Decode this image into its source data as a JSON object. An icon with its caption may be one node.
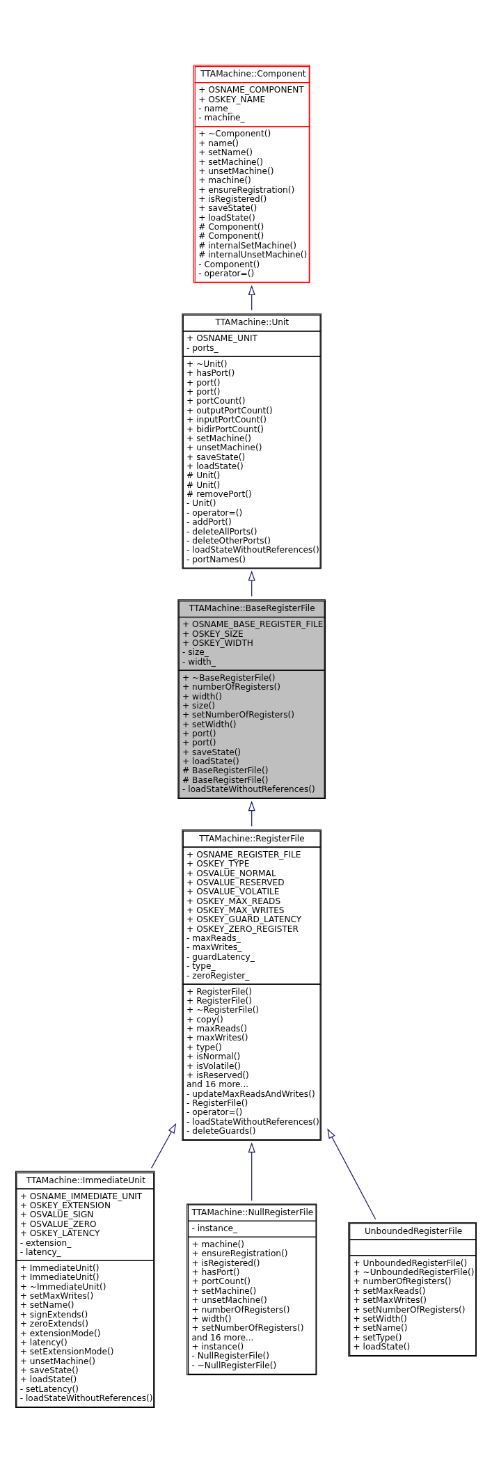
{
  "diagram": {
    "nodes": [
      {
        "text": [
          "TTAMachine::Component",
          "+ OSNAME_COMPONENT",
          "+ OSKEY_NAME",
          "- name_",
          "- machine_",
          "+ ~Component()",
          "+ name()",
          "+ setName()",
          "+ setMachine()",
          "+ unsetMachine()",
          "+ machine()",
          "+ ensureRegistration()",
          "+ isRegistered()",
          "+ saveState()",
          "+ loadState()",
          "# Component()",
          "# Component()",
          "# internalSetMachine()",
          "# internalUnsetMachine()",
          "- Component()",
          "- operator=()"
        ]
      },
      {
        "text": [
          "TTAMachine::Unit",
          "+ OSNAME_UNIT",
          "- ports_",
          "+ ~Unit()",
          "+ hasPort()",
          "+ port()",
          "+ port()",
          "+ portCount()",
          "+ outputPortCount()",
          "+ inputPortCount()",
          "+ bidirPortCount()",
          "+ setMachine()",
          "+ unsetMachine()",
          "+ saveState()",
          "+ loadState()",
          "# Unit()",
          "# Unit()",
          "# removePort()",
          "- Unit()",
          "- operator=()",
          "- addPort()",
          "- deleteAllPorts()",
          "- deleteOtherPorts()",
          "- loadStateWithoutReferences()",
          "- portNames()"
        ]
      },
      {
        "text": [
          "TTAMachine::BaseRegisterFile",
          "+ OSNAME_BASE_REGISTER_FILE",
          "+ OSKEY_SIZE",
          "+ OSKEY_WIDTH",
          "- size_",
          "- width_",
          "+ ~BaseRegisterFile()",
          "+ numberOfRegisters()",
          "+ width()",
          "+ size()",
          "+ setNumberOfRegisters()",
          "+ setWidth()",
          "+ port()",
          "+ port()",
          "+ saveState()",
          "+ loadState()",
          "# BaseRegisterFile()",
          "# BaseRegisterFile()",
          "- loadStateWithoutReferences()"
        ]
      },
      {
        "text": [
          "TTAMachine::RegisterFile",
          "+ OSNAME_REGISTER_FILE",
          "+ OSKEY_TYPE",
          "+ OSVALUE_NORMAL",
          "+ OSVALUE_RESERVED",
          "+ OSVALUE_VOLATILE",
          "+ OSKEY_MAX_READS",
          "+ OSKEY_MAX_WRITES",
          "+ OSKEY_GUARD_LATENCY",
          "+ OSKEY_ZERO_REGISTER",
          "- maxReads_",
          "- maxWrites_",
          "- guardLatency_",
          "- type_",
          "- zeroRegister_",
          "+ RegisterFile()",
          "+ RegisterFile()",
          "+ ~RegisterFile()",
          "+ copy()",
          "+ maxReads()",
          "+ maxWrites()",
          "+ type()",
          "+ isNormal()",
          "+ isVolatile()",
          "+ isReserved()",
          "and 16 more...",
          "- updateMaxReadsAndWrites()",
          "- RegisterFile()",
          "- operator=()",
          "- loadStateWithoutReferences()",
          "- deleteGuards()"
        ]
      },
      {
        "text": [
          "TTAMachine::ImmediateUnit",
          "+ OSNAME_IMMEDIATE_UNIT",
          "+ OSKEY_EXTENSION",
          "+ OSVALUE_SIGN",
          "+ OSVALUE_ZERO",
          "+ OSKEY_LATENCY",
          "- extension_",
          "- latency_",
          "+ ImmediateUnit()",
          "+ ImmediateUnit()",
          "+ ~ImmediateUnit()",
          "+ setMaxWrites()",
          "+ setName()",
          "+ signExtends()",
          "+ zeroExtends()",
          "+ extensionMode()",
          "+ latency()",
          "+ setExtensionMode()",
          "+ unsetMachine()",
          "+ saveState()",
          "+ loadState()",
          "- setLatency()",
          "- loadStateWithoutReferences()"
        ]
      },
      {
        "text": [
          "TTAMachine::NullRegisterFile",
          "- instance_",
          "+ machine()",
          "+ ensureRegistration()",
          "+ isRegistered()",
          "+ hasPort()",
          "+ portCount()",
          "+ setMachine()",
          "+ unsetMachine()",
          "+ numberOfRegisters()",
          "+ width()",
          "+ setNumberOfRegisters()",
          "and 16 more...",
          "+ instance()",
          "- NullRegisterFile()",
          "- ~NullRegisterFile()"
        ]
      },
      {
        "text": [
          "UnboundedRegisterFile",
          "+ UnboundedRegisterFile()",
          "+ ~UnboundedRegisterFile()",
          "+ numberOfRegisters()",
          "+ setMaxReads()",
          "+ setMaxWrites()",
          "+ setNumberOfRegisters()",
          "+ setWidth()",
          "+ setName()",
          "+ setType()",
          "+ loadState()"
        ]
      }
    ],
    "edges": [
      {
        "from": 1,
        "to": 0,
        "arrow": "to"
      },
      {
        "from": 2,
        "to": 1,
        "arrow": "to"
      },
      {
        "from": 3,
        "to": 2,
        "arrow": "to"
      },
      {
        "from": 4,
        "to": 3,
        "arrow": "to"
      },
      {
        "from": 5,
        "to": 3,
        "arrow": "to"
      },
      {
        "from": 6,
        "to": 3,
        "arrow": "to"
      }
    ]
  }
}
